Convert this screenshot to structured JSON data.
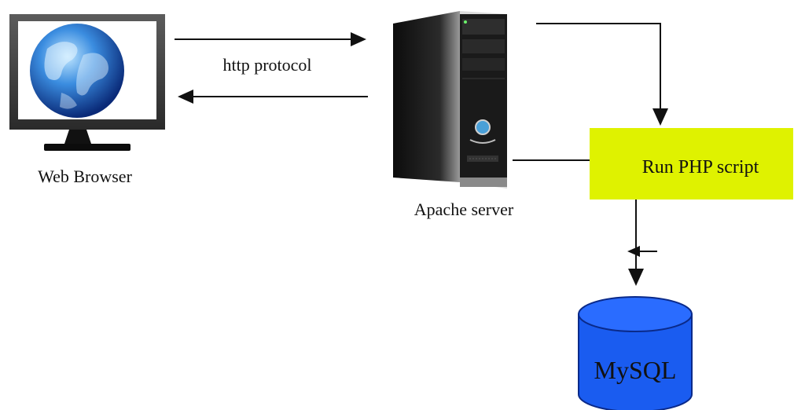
{
  "nodes": {
    "browser": {
      "label": "Web Browser",
      "icon": "monitor-globe-icon"
    },
    "server": {
      "label": "Apache server",
      "icon": "tower-server-icon"
    },
    "php": {
      "label": "Run PHP script",
      "color": "#dff200"
    },
    "db": {
      "label": "MySQL",
      "color": "#1a5cf0",
      "icon": "database-cylinder-icon"
    }
  },
  "edges": {
    "protocol_label": "http protocol"
  }
}
